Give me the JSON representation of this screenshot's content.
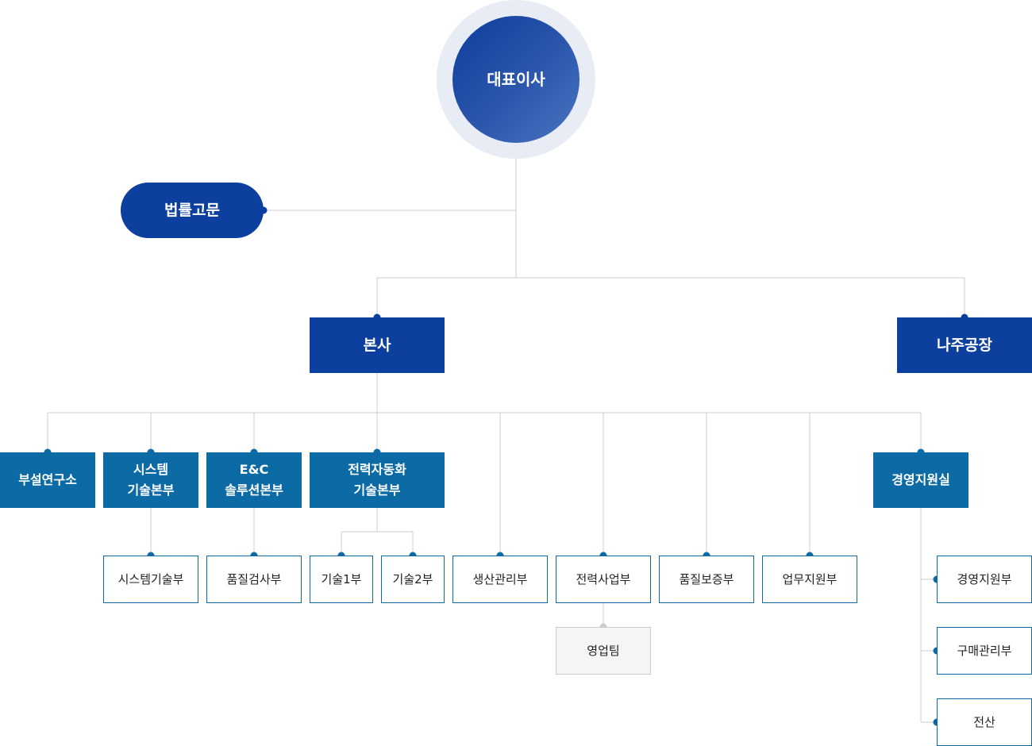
{
  "ceo": "대표이사",
  "advisor": "법률고문",
  "hq": "본사",
  "factory": "나주공장",
  "divisions": {
    "research": "부설연구소",
    "system": "시스템\n기술본부",
    "enc": "E&C\n솔루션본부",
    "automation": "전력자동화\n기술본부",
    "management": "경영지원실"
  },
  "departments": {
    "system_tech": "시스템기술부",
    "quality_inspection": "품질검사부",
    "tech1": "기술1부",
    "tech2": "기술2부",
    "production": "생산관리부",
    "power_business": "전력사업부",
    "quality_assurance": "품질보증부",
    "business_support": "업무지원부",
    "management_support": "경영지원부",
    "purchasing": "구매관리부",
    "it": "전산"
  },
  "teams": {
    "sales": "영업팀"
  },
  "colors": {
    "primary_blue": "#0c3f9e",
    "secondary_blue": "#0c6aa5",
    "connector": "#cccccc",
    "halo": "#e8ecf4"
  }
}
